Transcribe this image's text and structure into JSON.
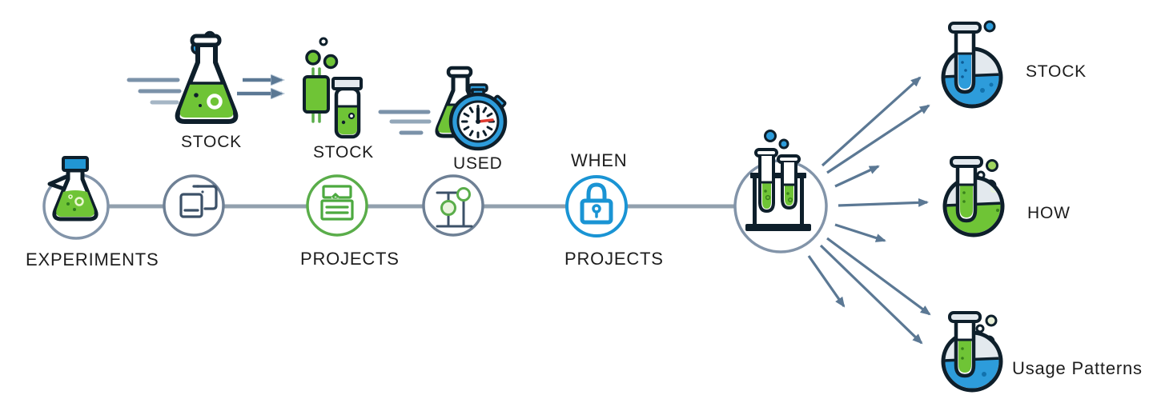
{
  "labels": {
    "experiments": "EXPERIMENTS",
    "stock_top": "STOCK",
    "stock_mid": "STOCK",
    "used": "USED",
    "when": "WHEN",
    "projects_green": "PROJECTS",
    "projects_lock": "PROJECTS",
    "output_stock": "STOCK",
    "output_how": "HOW",
    "output_usage": "Usage Patterns"
  },
  "colors": {
    "liquid_green": "#6fc436",
    "liquid_blue": "#2d9cdb",
    "accent_blue": "#1a94d4",
    "dark_outline": "#0e1f2b",
    "ring_gray": "#8294a9",
    "ring_green": "#5aad4a",
    "connector_gray": "#92a0ae",
    "arrow_blue_gray": "#5b7894",
    "text": "#1d1d1d",
    "light_gray_fill": "#e3e9ee"
  },
  "icons": {
    "start": "capped-erlenmeyer-flask-icon",
    "node_1": "overlapping-beakers-icon",
    "node_2": "stacked-boxes-icon",
    "node_3": "balance-scale-icon",
    "node_4": "padlock-icon",
    "hub": "test-tube-rack-icon",
    "stock_top": "erlenmeyer-flask-icon",
    "stock_mid": "column-and-vial-icon",
    "used": "flask-stopwatch-icon",
    "output_each": "round-bottom-flask-icon"
  }
}
